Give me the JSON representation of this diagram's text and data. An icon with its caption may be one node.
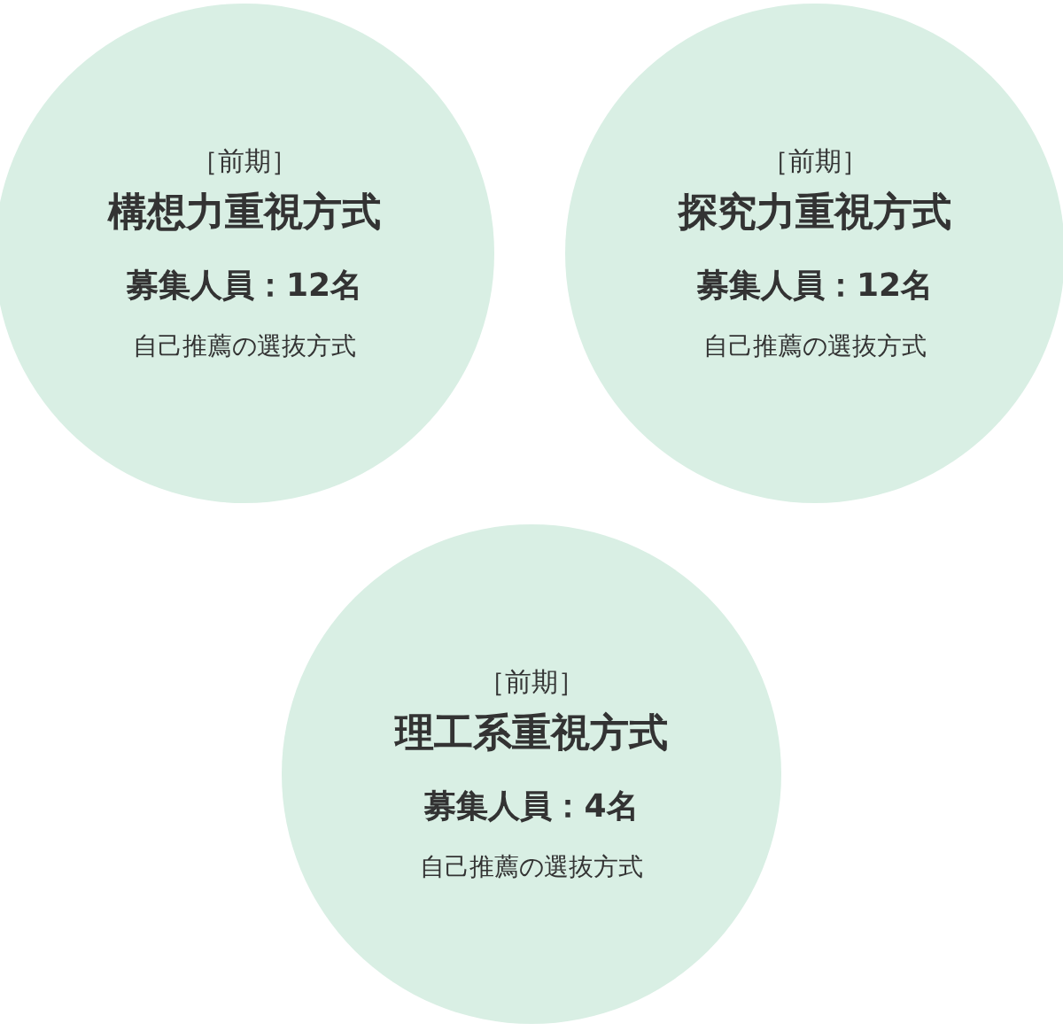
{
  "diagram": {
    "nodes": [
      {
        "text": [
          "［前期］",
          "構想力重視方式",
          "募集人員：12名",
          "自己推薦の選抜方式"
        ]
      },
      {
        "text": [
          "［前期］",
          "探究力重視方式",
          "募集人員：12名",
          "自己推薦の選抜方式"
        ]
      },
      {
        "text": [
          "［前期］",
          "理工系重視方式",
          "募集人員：4名",
          "自己推薦の選抜方式"
        ]
      }
    ]
  }
}
